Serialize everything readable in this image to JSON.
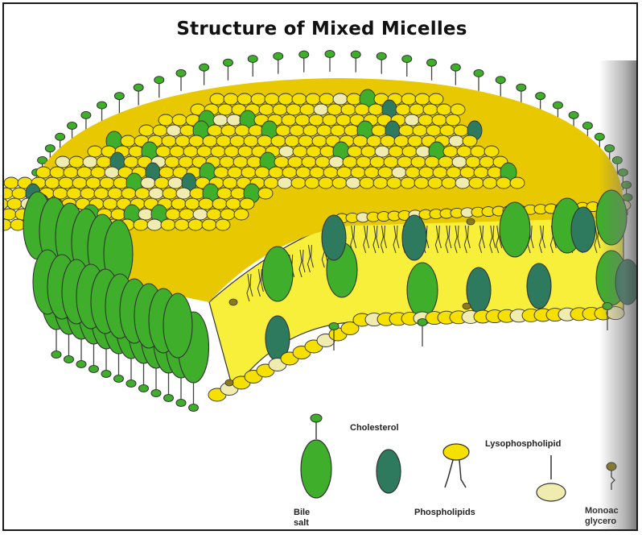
{
  "title": "Structure of Mixed Micelles",
  "legend": {
    "bile_salt": [
      "Bile",
      "salt"
    ],
    "cholesterol": "Cholesterol",
    "phospholipids": "Phospholipids",
    "lysophospholipid": "Lysophospholipid",
    "monoacylglycerol": [
      "Monoac",
      "glycero"
    ]
  },
  "colors": {
    "bile_salt_green": "#3fae2a",
    "cholesterol_teal": "#2e7a5e",
    "phospholipid_yellow": "#f5e000",
    "lysophospholipid_cream": "#f0ecb0",
    "monoacylglycerol_olive": "#8a7a1a",
    "membrane_fill": "#f7ef3a",
    "outline": "#333333"
  }
}
